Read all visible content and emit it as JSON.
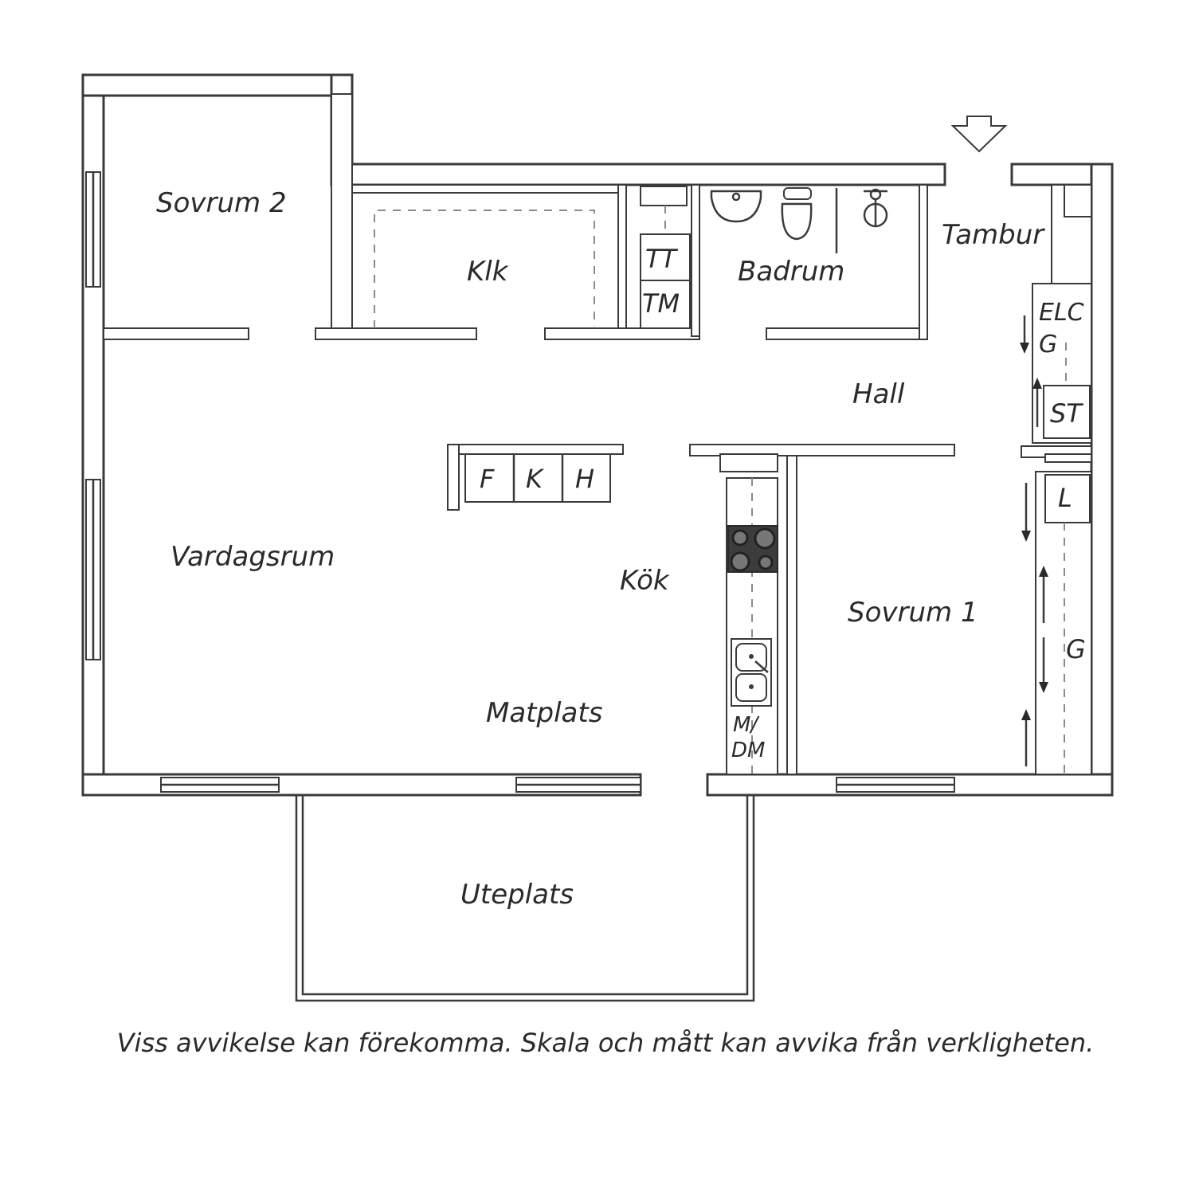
{
  "rooms": {
    "sovrum2": "Sovrum 2",
    "klk": "Klk",
    "badrum": "Badrum",
    "tambur": "Tambur",
    "hall": "Hall",
    "vardagsrum": "Vardagsrum",
    "kok": "Kök",
    "matplats": "Matplats",
    "sovrum1": "Sovrum 1",
    "uteplats": "Uteplats"
  },
  "fixtures": {
    "tt": "TT",
    "tm": "TM",
    "f": "F",
    "k": "K",
    "h": "H",
    "elc": "ELC",
    "g_hall": "G",
    "st": "ST",
    "l": "L",
    "g_sovrum": "G",
    "m": "M/",
    "dm": "DM"
  },
  "icons": [
    "entrance-arrow-icon",
    "sink-icon",
    "toilet-icon",
    "shower-icon",
    "stove-icon",
    "kitchen-sink-icon",
    "door-slide-arrow-icon"
  ],
  "disclaimer": "Viss avvikelse kan förekomma. Skala och mått kan avvika från verkligheten."
}
